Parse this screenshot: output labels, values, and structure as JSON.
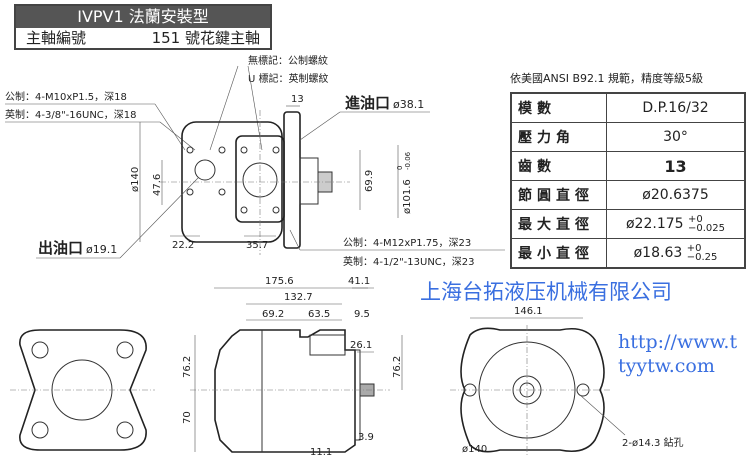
{
  "title": {
    "model": "IVPV1 法蘭安裝型",
    "shaft_label": "主軸編號",
    "shaft_value": "151 號花鍵主軸"
  },
  "notes": {
    "no_mark": "無標記：公制螺紋",
    "u_mark": "U 標記：英制螺紋",
    "outlet_metric": "公制：4-M10xP1.5，深18",
    "outlet_imperial": "英制：4-3/8\"-16UNC，深18",
    "inlet_metric": "公制：4-M12xP1.75，深23",
    "inlet_imperial": "英制：4-1/2\"-13UNC，深23"
  },
  "ports": {
    "inlet": "進油口",
    "inlet_size": "ø38.1",
    "outlet": "出油口",
    "outlet_size": "ø19.1"
  },
  "dimensions": {
    "front": {
      "d13": "13",
      "d140": "ø140",
      "d47_6": "47.6",
      "d22_2": "22.2",
      "d35_7": "35.7",
      "d69_9": "69.9",
      "d101_6": "ø101.6",
      "tol101_upper": "0",
      "tol101_lower": "-0.06"
    },
    "side": {
      "d175_6": "175.6",
      "d41_1": "41.1",
      "d132_7": "132.7",
      "d69_2": "69.2",
      "d63_5": "63.5",
      "d9_5": "9.5",
      "d26_1": "26.1",
      "d76_2a": "76.2",
      "d76_2b": "76.2",
      "d70": "70",
      "d3_9": "3.9",
      "d11_1": "11.1"
    },
    "rear": {
      "d146_1": "146.1",
      "d140": "ø140",
      "holes": "2-ø14.3 鉆孔"
    }
  },
  "spline_table": {
    "caption": "依美國ANSI  B92.1 規範，精度等級5級",
    "rows": [
      {
        "key": "模數",
        "value": "D.P.16/32"
      },
      {
        "key": "壓力角",
        "value": "30°"
      },
      {
        "key": "齒數",
        "value": "13"
      },
      {
        "key": "節圓直徑",
        "value": "ø20.6375"
      },
      {
        "key": "最大直徑",
        "value": "ø22.175",
        "tol_upper": "+0",
        "tol_lower": "−0.025"
      },
      {
        "key": "最小直徑",
        "value": "ø18.63",
        "tol_upper": "+0",
        "tol_lower": "−0.25"
      }
    ]
  },
  "watermark": {
    "company": "上海台拓液压机械有限公司",
    "url": "http://www.ttyytw.com"
  }
}
